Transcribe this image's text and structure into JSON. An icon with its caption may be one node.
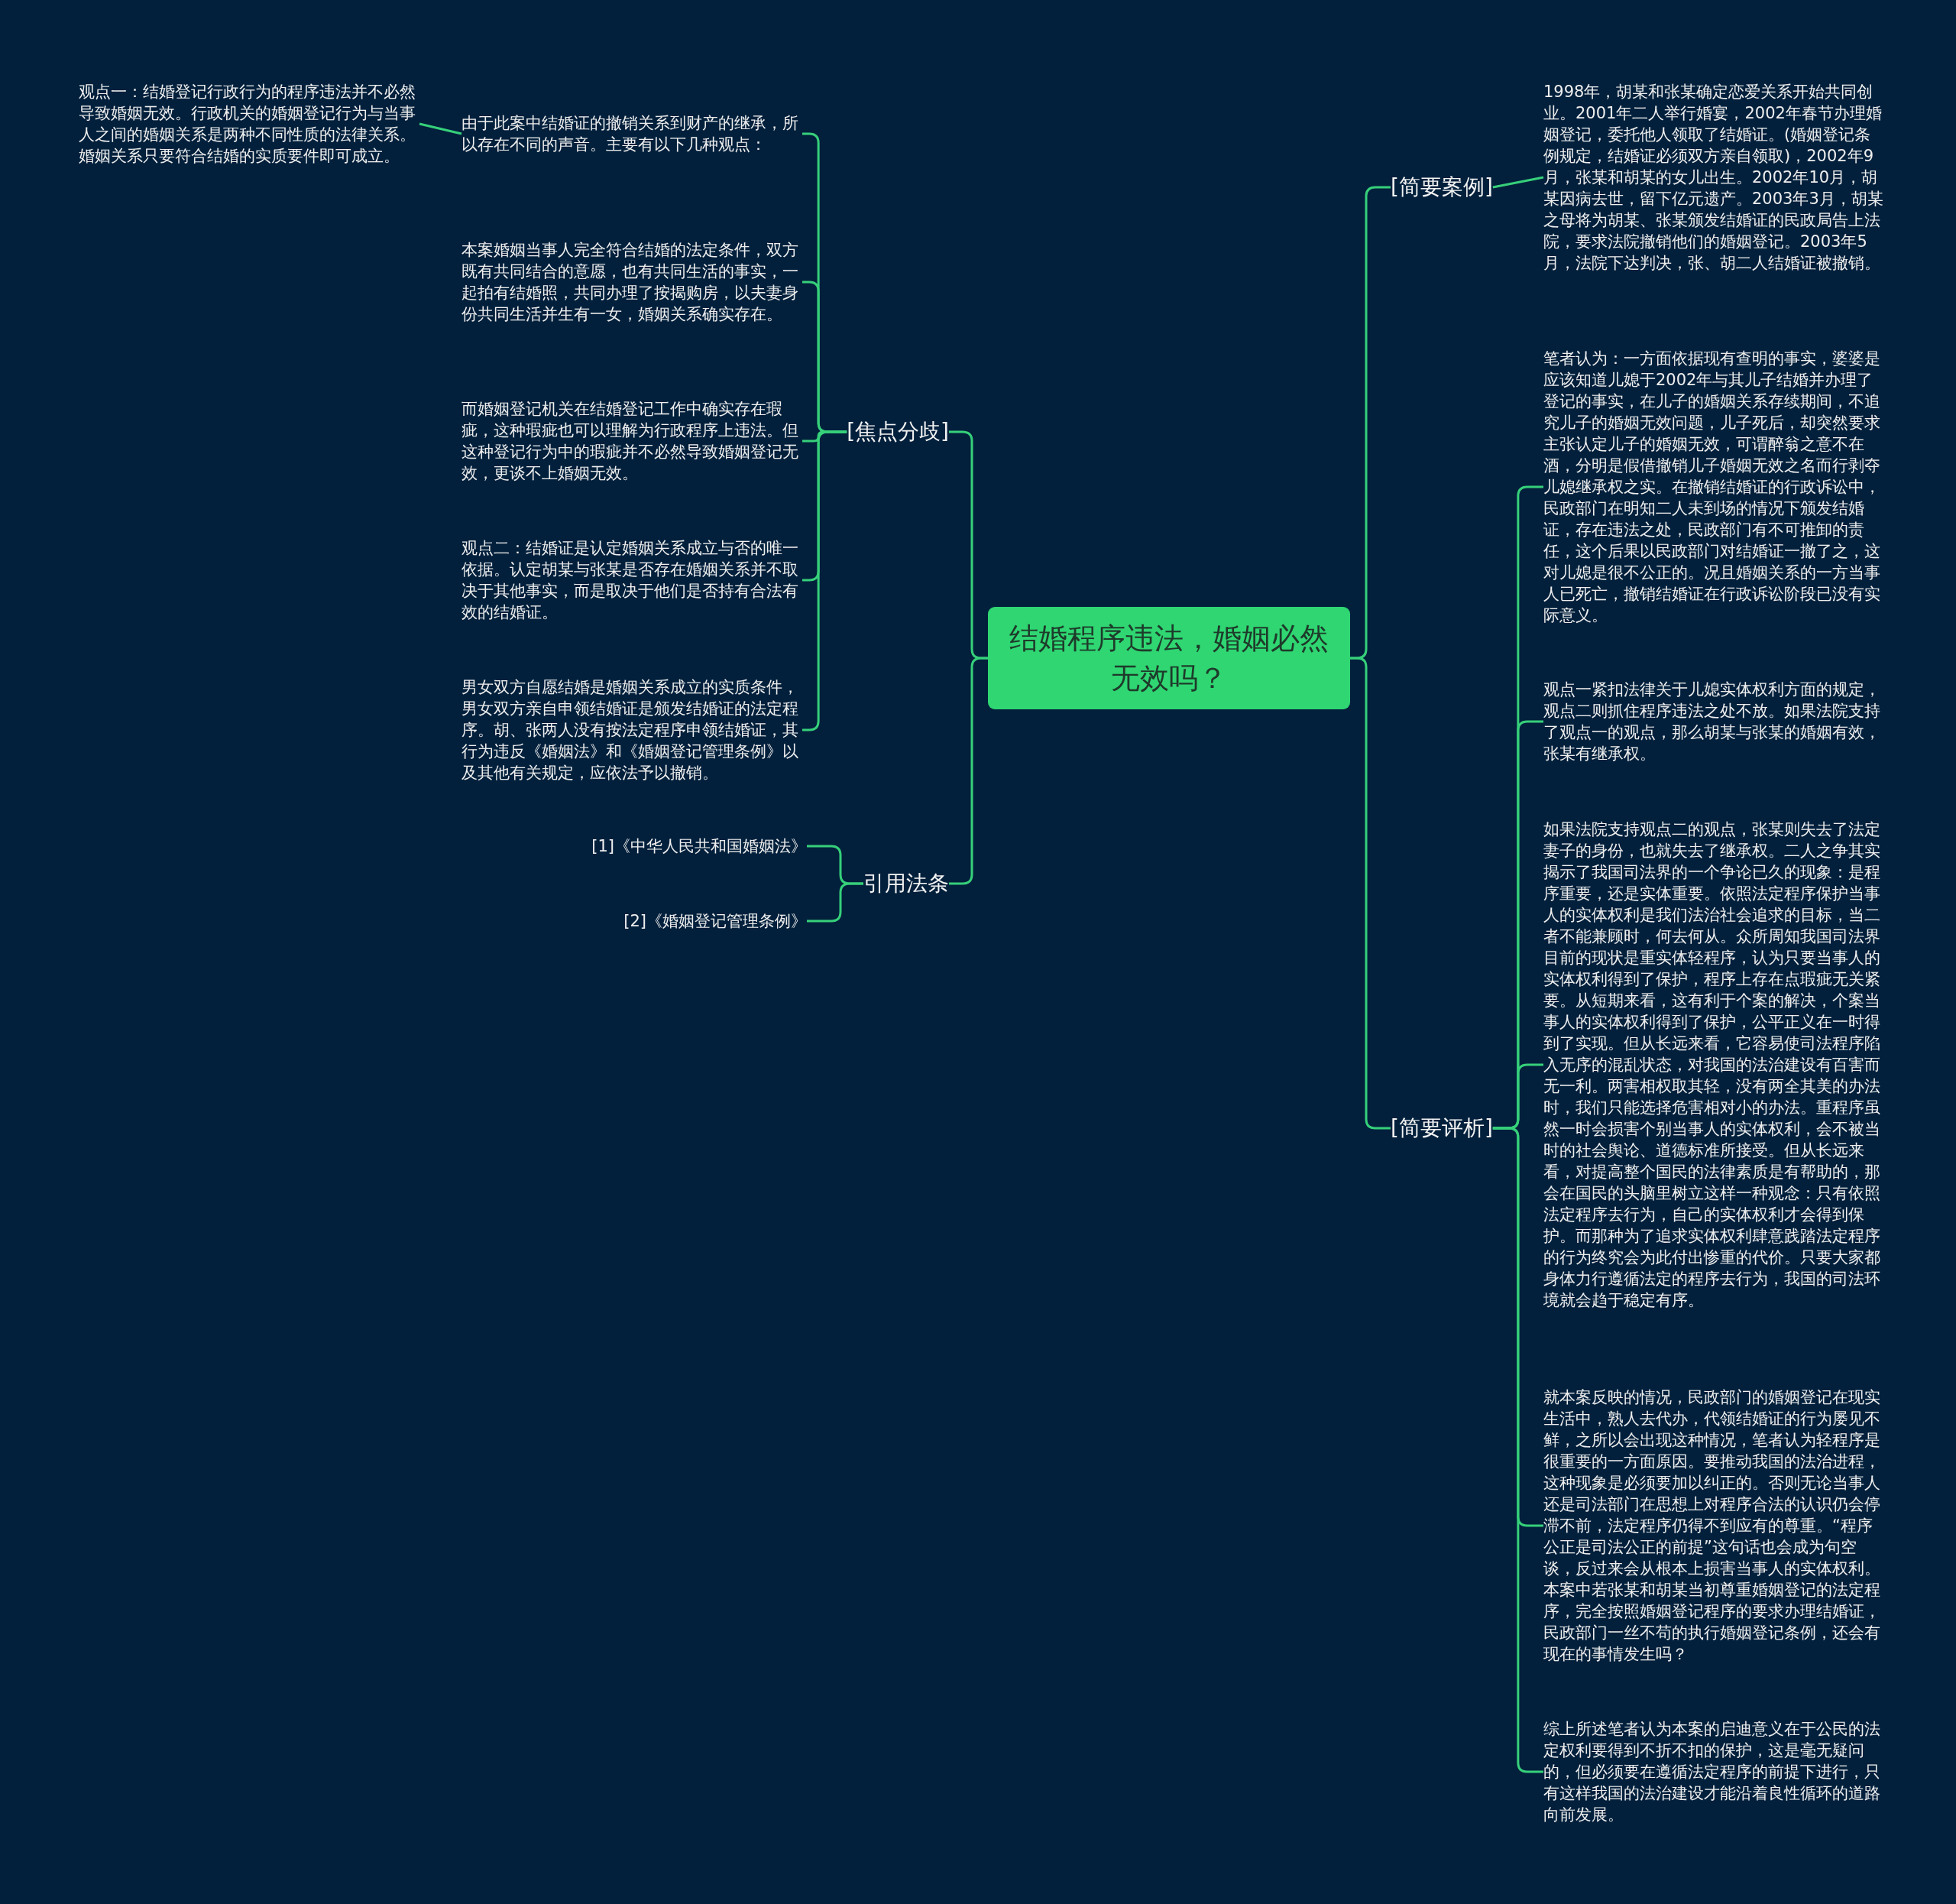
{
  "diagram": {
    "nodes": [
      {
        "text": [
          "结婚程序违法，婚姻必然无效吗？"
        ]
      },
      {
        "text": [
          "[焦点分歧]"
        ]
      },
      {
        "text": [
          "引用法条"
        ]
      },
      {
        "text": [
          "[简要案例]"
        ]
      },
      {
        "text": [
          "[简要评析]"
        ]
      },
      {
        "text": [
          "由于此案中结婚证的撤销关系到财产的继承，所以存在不同的声音。主要有以下几种观点："
        ]
      },
      {
        "text": [
          "观点一：结婚登记行政行为的程序违法并不必然导致婚姻无效。行政机关的婚姻登记行为与当事人之间的婚姻关系是两种不同性质的法律关系。婚姻关系只要符合结婚的实质要件即可成立。"
        ]
      },
      {
        "text": [
          "本案婚姻当事人完全符合结婚的法定条件，双方既有共同结合的意愿，也有共同生活的事实，一起拍有结婚照，共同办理了按揭购房，以夫妻身份共同生活并生有一女，婚姻关系确实存在。"
        ]
      },
      {
        "text": [
          "而婚姻登记机关在结婚登记工作中确实存在瑕疵，这种瑕疵也可以理解为行政程序上违法。但这种登记行为中的瑕疵并不必然导致婚姻登记无效，更谈不上婚姻无效。"
        ]
      },
      {
        "text": [
          "观点二：结婚证是认定婚姻关系成立与否的唯一依据。认定胡某与张某是否存在婚姻关系并不取决于其他事实，而是取决于他们是否持有合法有效的结婚证。"
        ]
      },
      {
        "text": [
          "男女双方自愿结婚是婚姻关系成立的实质条件，男女双方亲自申领结婚证是颁发结婚证的法定程序。胡、张两人没有按法定程序申领结婚证，其行为违反《婚姻法》和《婚姻登记管理条例》以及其他有关规定，应依法予以撤销。"
        ]
      },
      {
        "text": [
          "[1]《中华人民共和国婚姻法》"
        ]
      },
      {
        "text": [
          "[2]《婚姻登记管理条例》"
        ]
      },
      {
        "text": [
          "1998年，胡某和张某确定恋爱关系开始共同创业。2001年二人举行婚宴，2002年春节办理婚姻登记，委托他人领取了结婚证。(婚姻登记条例规定，结婚证必须双方亲自领取)，2002年9月，张某和胡某的女儿出生。2002年10月，胡某因病去世，留下亿元遗产。2003年3月，胡某之母将为胡某、张某颁发结婚证的民政局告上法院，要求法院撤销他们的婚姻登记。2003年5月，法院下达判决，张、胡二人结婚证被撤销。"
        ]
      },
      {
        "text": [
          "笔者认为：一方面依据现有查明的事实，婆婆是应该知道儿媳于2002年与其儿子结婚并办理了登记的事实，在儿子的婚姻关系存续期间，不追究儿子的婚姻无效问题，儿子死后，却突然要求主张认定儿子的婚姻无效，可谓醉翁之意不在酒，分明是假借撤销儿子婚姻无效之名而行剥夺儿媳继承权之实。在撤销结婚证的行政诉讼中，民政部门在明知二人未到场的情况下颁发结婚证，存在违法之处，民政部门有不可推卸的责任，这个后果以民政部门对结婚证一撤了之，这对儿媳是很不公正的。况且婚姻关系的一方当事人已死亡，撤销结婚证在行政诉讼阶段已没有实际意义。"
        ]
      },
      {
        "text": [
          "观点一紧扣法律关于儿媳实体权利方面的规定，观点二则抓住程序违法之处不放。如果法院支持了观点一的观点，那么胡某与张某的婚姻有效，张某有继承权。"
        ]
      },
      {
        "text": [
          "如果法院支持观点二的观点，张某则失去了法定妻子的身份，也就失去了继承权。二人之争其实揭示了我国司法界的一个争论已久的现象：是程序重要，还是实体重要。依照法定程序保护当事人的实体权利是我们法治社会追求的目标，当二者不能兼顾时，何去何从。众所周知我国司法界目前的现状是重实体轻程序，认为只要当事人的实体权利得到了保护，程序上存在点瑕疵无关紧要。从短期来看，这有利于个案的解决，个案当事人的实体权利得到了保护，公平正义在一时得到了实现。但从长远来看，它容易使司法程序陷入无序的混乱状态，对我国的法治建设有百害而无一利。两害相权取其轻，没有两全其美的办法时，我们只能选择危害相对小的办法。重程序虽然一时会损害个别当事人的实体权利，会不被当时的社会舆论、道德标准所接受。但从长远来看，对提高整个国民的法律素质是有帮助的，那会在国民的头脑里树立这样一种观念：只有依照法定程序去行为，自己的实体权利才会得到保护。而那种为了追求实体权利肆意践踏法定程序的行为终究会为此付出惨重的代价。只要大家都身体力行遵循法定的程序去行为，我国的司法环境就会趋于稳定有序。"
        ]
      },
      {
        "text": [
          "就本案反映的情况，民政部门的婚姻登记在现实生活中，熟人去代办，代领结婚证的行为屡见不鲜，之所以会出现这种情况，笔者认为轻程序是很重要的一方面原因。要推动我国的法治进程，这种现象是必须要加以纠正的。否则无论当事人还是司法部门在思想上对程序合法的认识仍会停滞不前，法定程序仍得不到应有的尊重。“程序公正是司法公正的前提”这句话也会成为句空谈，反过来会从根本上损害当事人的实体权利。本案中若张某和胡某当初尊重婚姻登记的法定程序，完全按照婚姻登记程序的要求办理结婚证，民政部门一丝不苟的执行婚姻登记条例，还会有现在的事情发生吗？"
        ]
      },
      {
        "text": [
          "综上所述笔者认为本案的启迪意义在于公民的法定权利要得到不折不扣的保护，这是毫无疑问的，但必须要在遵循法定程序的前提下进行，只有这样我国的法治建设才能沿着良性循环的道路向前发展。"
        ]
      }
    ],
    "edges": [
      {
        "from": 0,
        "to": 1,
        "arrow": "none"
      },
      {
        "from": 0,
        "to": 2,
        "arrow": "none"
      },
      {
        "from": 0,
        "to": 3,
        "arrow": "none"
      },
      {
        "from": 0,
        "to": 4,
        "arrow": "none"
      },
      {
        "from": 1,
        "to": 5,
        "arrow": "none"
      },
      {
        "from": 5,
        "to": 6,
        "arrow": "none"
      },
      {
        "from": 1,
        "to": 7,
        "arrow": "none"
      },
      {
        "from": 1,
        "to": 8,
        "arrow": "none"
      },
      {
        "from": 1,
        "to": 9,
        "arrow": "none"
      },
      {
        "from": 1,
        "to": 10,
        "arrow": "none"
      },
      {
        "from": 2,
        "to": 11,
        "arrow": "none"
      },
      {
        "from": 2,
        "to": 12,
        "arrow": "none"
      },
      {
        "from": 3,
        "to": 13,
        "arrow": "none"
      },
      {
        "from": 4,
        "to": 14,
        "arrow": "none"
      },
      {
        "from": 4,
        "to": 15,
        "arrow": "none"
      },
      {
        "from": 4,
        "to": 16,
        "arrow": "none"
      },
      {
        "from": 4,
        "to": 17,
        "arrow": "none"
      },
      {
        "from": 4,
        "to": 18,
        "arrow": "none"
      }
    ]
  }
}
